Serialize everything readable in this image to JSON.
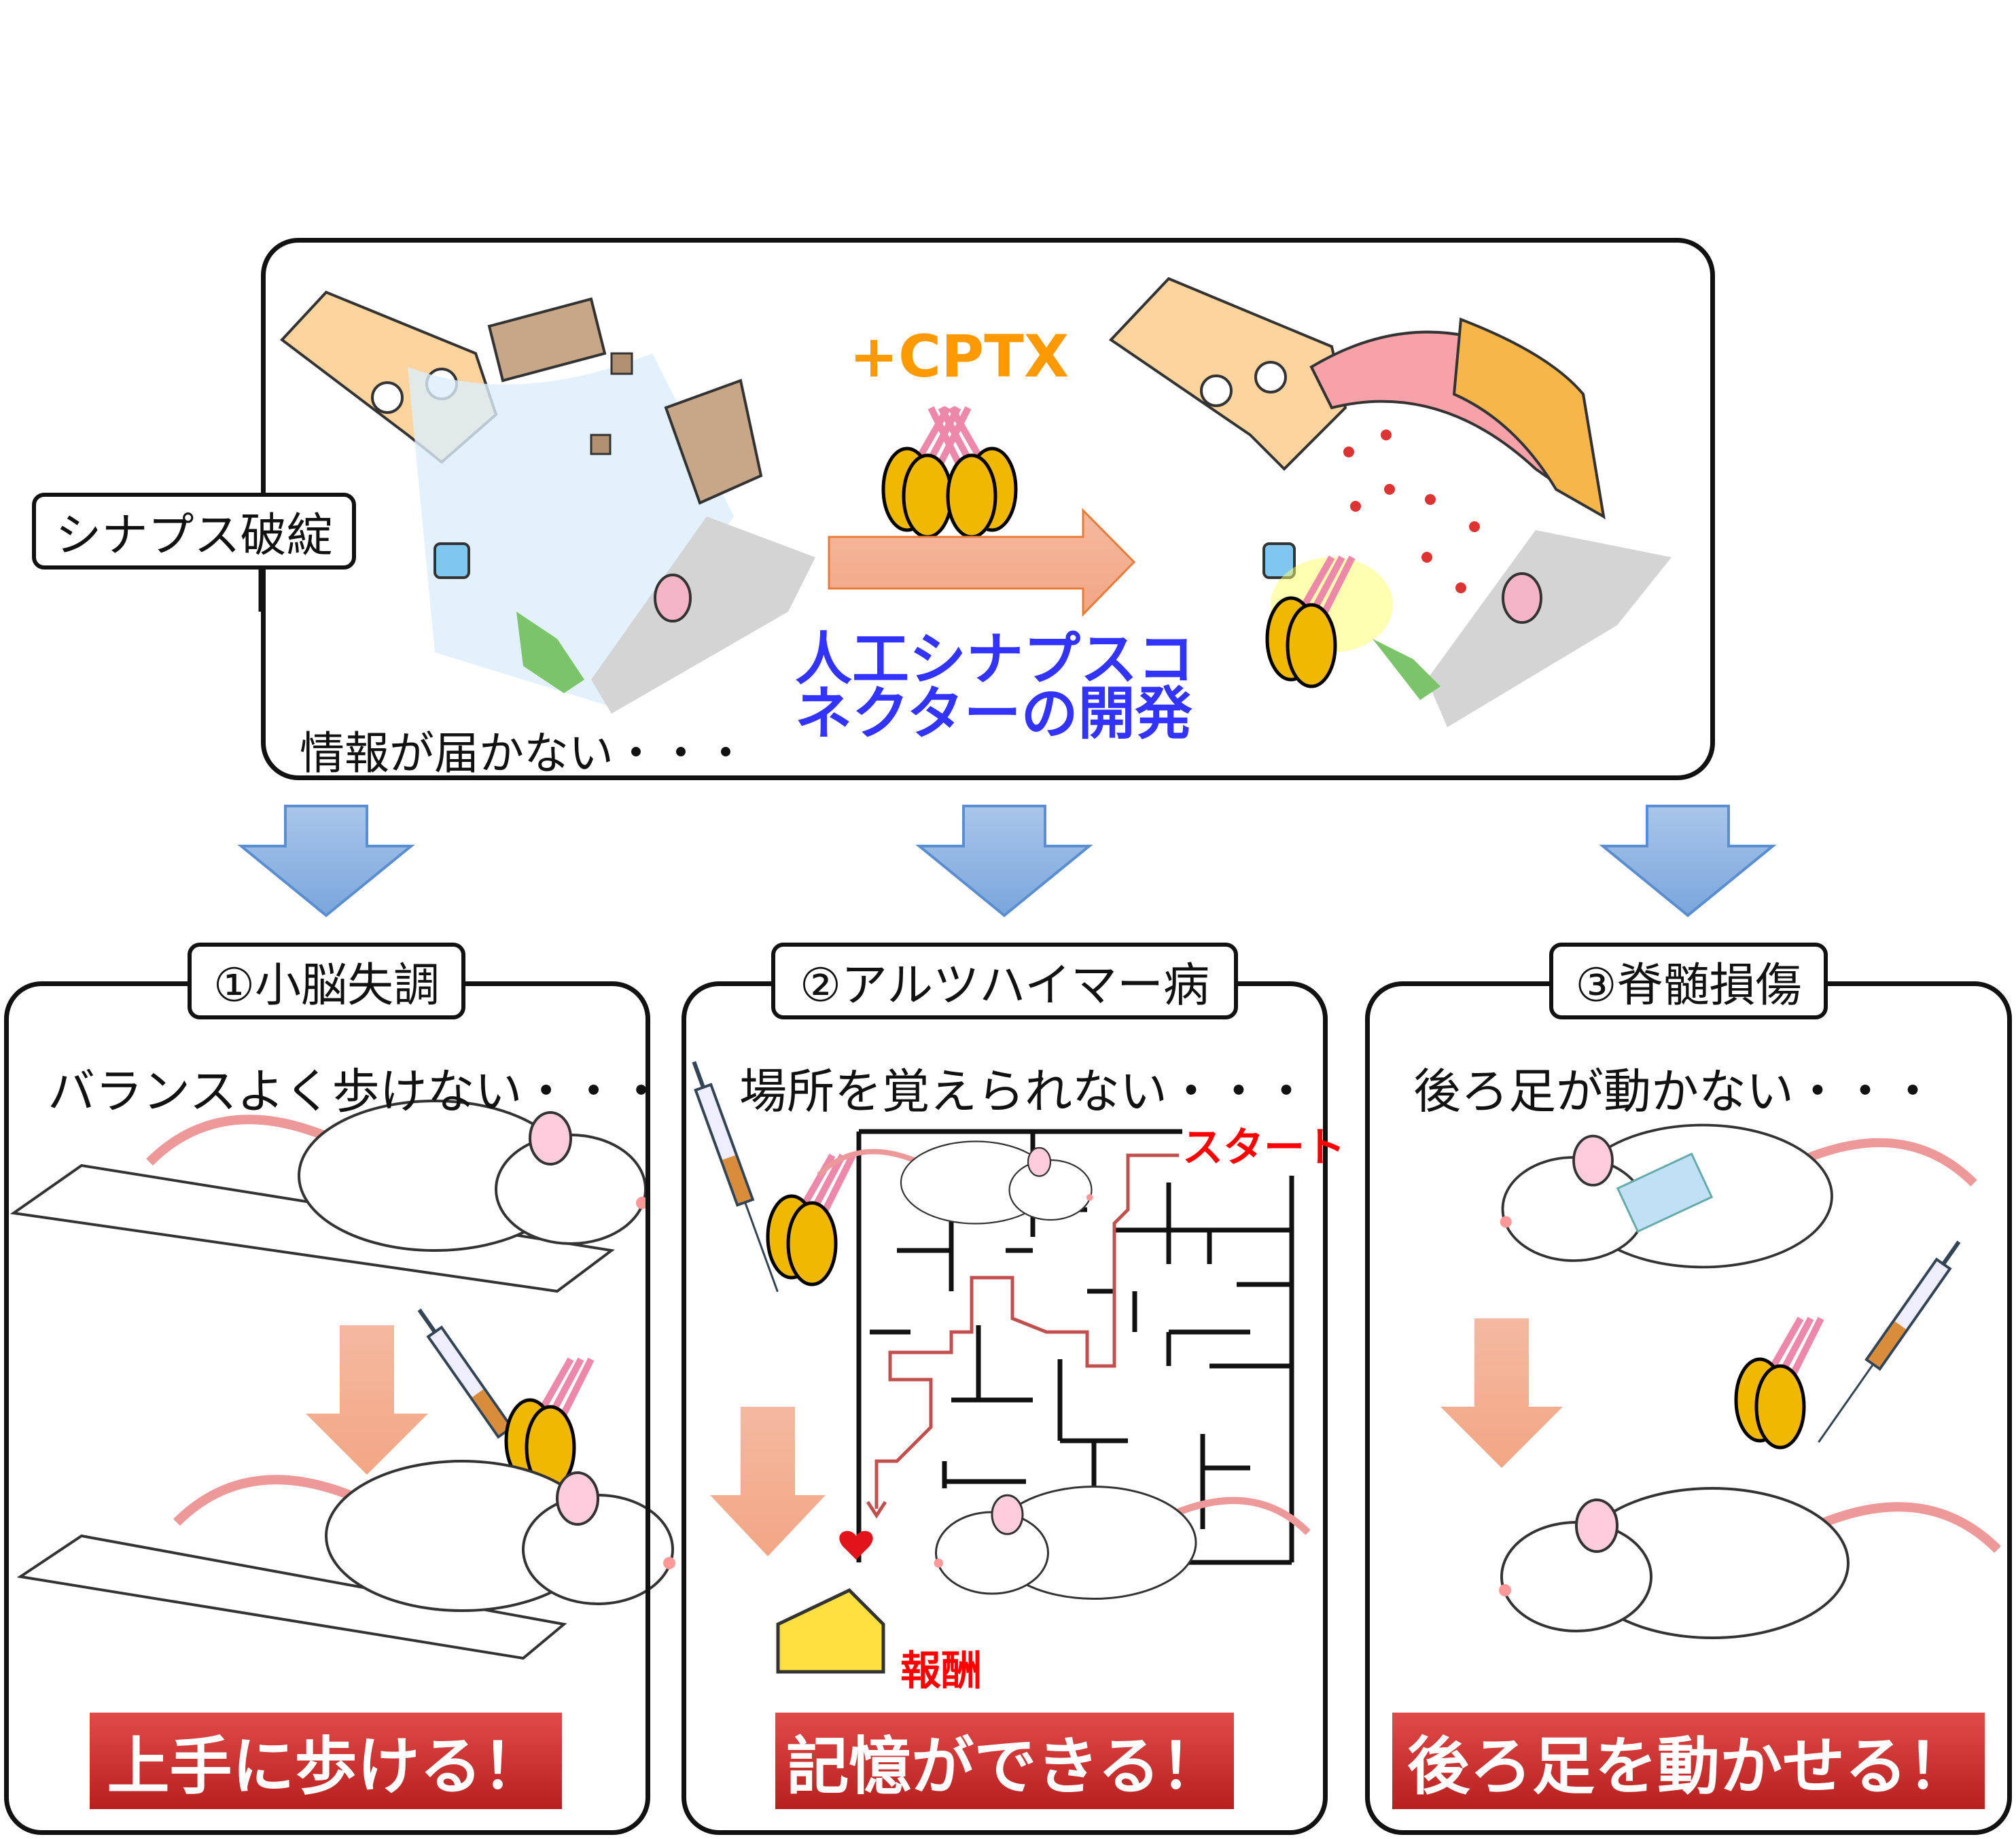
{
  "top": {
    "problem_label": "シナプス破綻",
    "problem_caption": "情報が届かない・・・",
    "treatment": "+CPTX",
    "development_line1": "人工シナプスコ",
    "development_line2": "ネクターの開発"
  },
  "panels": [
    {
      "title": "①小脳失調",
      "symptom": "バランスよく歩けない・・・",
      "result": "上手に歩ける！"
    },
    {
      "title": "②アルツハイマー病",
      "symptom": "場所を覚えられない・・・",
      "result": "記憶ができる！",
      "start_label": "スタート",
      "reward_label": "報酬"
    },
    {
      "title": "③脊髄損傷",
      "symptom": "後ろ足が動かない・・・",
      "result": "後ろ足を動かせる！"
    }
  ],
  "colors": {
    "treatment": "#ff9900",
    "development": "#3333ff",
    "result": "#c8302e",
    "maze_path": "#c0504d",
    "down_arrow": "#8db3e2",
    "orange_arrow": "#f4b183"
  }
}
